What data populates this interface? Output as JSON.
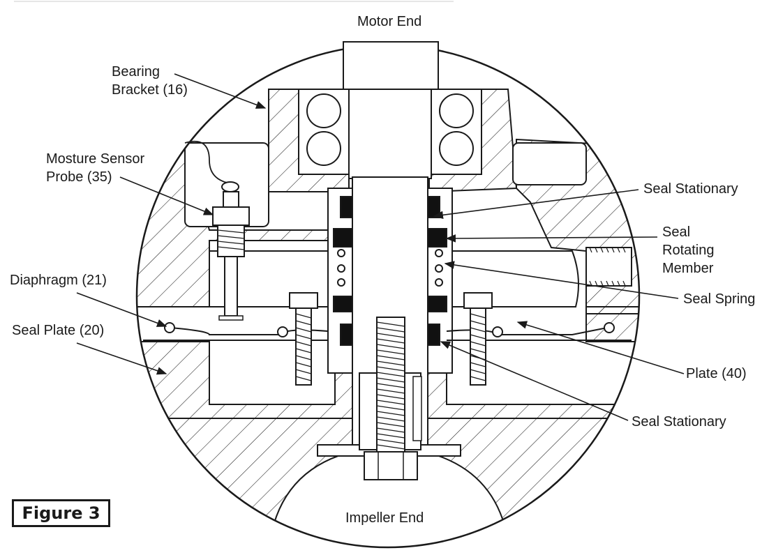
{
  "figure_label": "Figure 3",
  "labels": {
    "motor_end": "Motor End",
    "impeller_end": "Impeller End",
    "bearing_bracket": [
      "Bearing",
      "Bracket (16)"
    ],
    "moisture_sensor": [
      "Mosture Sensor",
      "Probe (35)"
    ],
    "diaphragm": "Diaphragm (21)",
    "seal_plate": "Seal Plate (20)",
    "seal_stationary_top": "Seal Stationary",
    "seal_rotating": [
      "Seal",
      "Rotating",
      "Member"
    ],
    "seal_spring": "Seal Spring",
    "plate": "Plate (40)",
    "seal_stationary_bottom": "Seal Stationary"
  },
  "colors": {
    "line": "#1a1a1a",
    "background": "#ffffff",
    "seal_fill": "#111111"
  }
}
